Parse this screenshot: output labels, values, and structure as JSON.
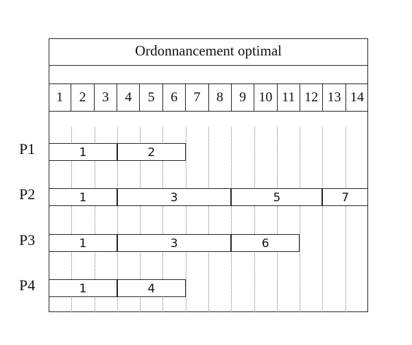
{
  "title": "Ordonnancement optimal",
  "slots": [
    "1",
    "2",
    "3",
    "4",
    "5",
    "6",
    "7",
    "8",
    "9",
    "10",
    "11",
    "12",
    "13",
    "14"
  ],
  "processors": [
    {
      "label": "P1",
      "jobs": [
        {
          "name": "1",
          "start": 0,
          "end": 3
        },
        {
          "name": "2",
          "start": 3,
          "end": 6
        }
      ]
    },
    {
      "label": "P2",
      "jobs": [
        {
          "name": "1",
          "start": 0,
          "end": 3
        },
        {
          "name": "3",
          "start": 3,
          "end": 8
        },
        {
          "name": "5",
          "start": 8,
          "end": 12
        },
        {
          "name": "7",
          "start": 12,
          "end": 14
        }
      ]
    },
    {
      "label": "P3",
      "jobs": [
        {
          "name": "1",
          "start": 0,
          "end": 3
        },
        {
          "name": "3",
          "start": 3,
          "end": 8
        },
        {
          "name": "6",
          "start": 8,
          "end": 11
        }
      ]
    },
    {
      "label": "P4",
      "jobs": [
        {
          "name": "1",
          "start": 0,
          "end": 3
        },
        {
          "name": "4",
          "start": 3,
          "end": 6
        }
      ]
    }
  ]
}
